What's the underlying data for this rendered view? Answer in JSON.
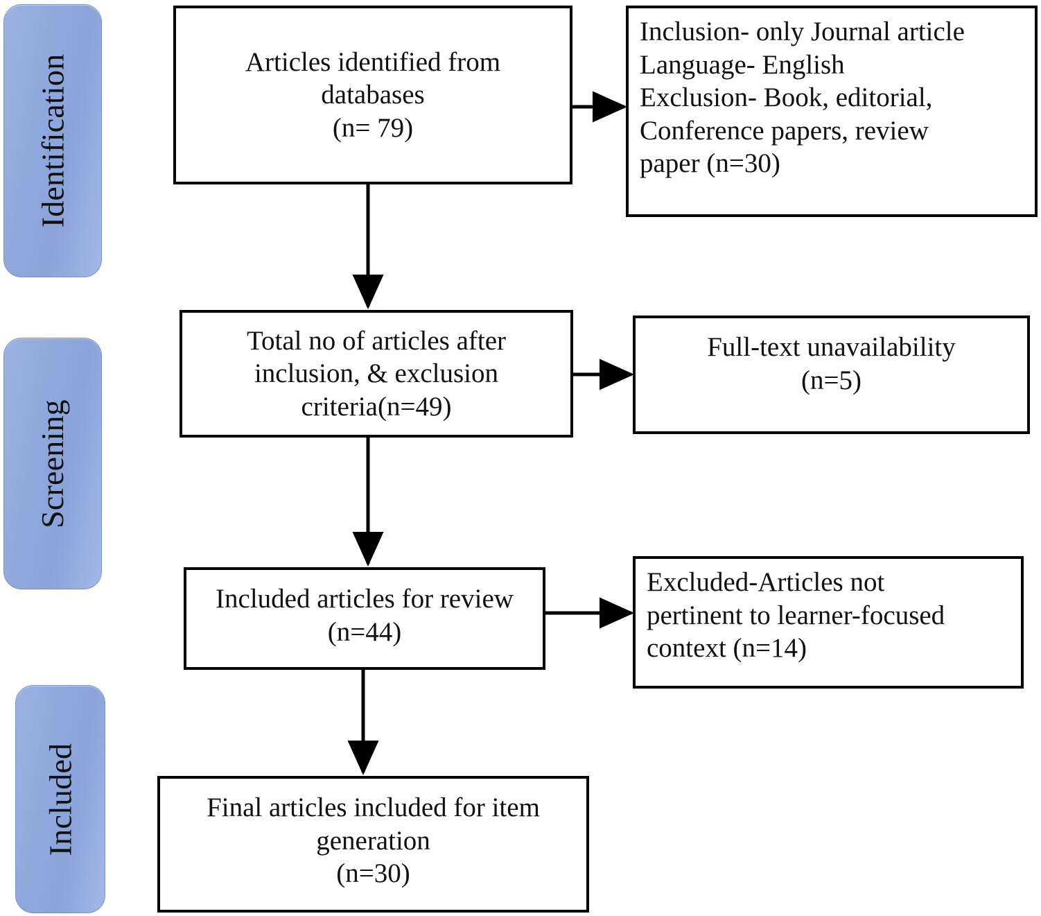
{
  "diagram": {
    "title": "PRISMA article selection flow",
    "accent_blue": "#8FA8DC",
    "border_black": "#000000",
    "background": "#ffffff"
  },
  "stages": [
    {
      "label": "Identification"
    },
    {
      "label": "Screening"
    },
    {
      "label": "Included"
    }
  ],
  "boxes": {
    "identified": {
      "line1": "Articles identified from",
      "line2": "databases",
      "line3": "(n= 79)",
      "count": 79
    },
    "criteria_exclusion": {
      "line1": "Inclusion- only Journal article",
      "line2": "Language- English",
      "line3": "Exclusion- Book, editorial,",
      "line4": "Conference papers, review",
      "line5": "paper (n=30)",
      "count": 30
    },
    "after_criteria": {
      "line1": "Total no of articles after",
      "line2": "inclusion, & exclusion",
      "line3": "criteria(n=49)",
      "count": 49
    },
    "fulltext_unavailable": {
      "line1": "Full-text unavailability",
      "line2": "(n=5)",
      "count": 5
    },
    "included_review": {
      "line1": "Included articles for review",
      "line2": "(n=44)",
      "count": 44
    },
    "excluded_not_pertinent": {
      "line1": "Excluded-Articles not",
      "line2": "pertinent to learner-focused",
      "line3": "context (n=14)",
      "count": 14
    },
    "final_included": {
      "line1": "Final articles included for item",
      "line2": "generation",
      "line3": "(n=30)",
      "count": 30
    }
  },
  "connectors": [
    {
      "name": "identified-to-criteria-exclusion",
      "direction": "right"
    },
    {
      "name": "identified-to-after-criteria",
      "direction": "down"
    },
    {
      "name": "after-criteria-to-fulltext-unavailable",
      "direction": "right"
    },
    {
      "name": "after-criteria-to-included-review",
      "direction": "down"
    },
    {
      "name": "included-review-to-excluded-not-pertinent",
      "direction": "right"
    },
    {
      "name": "included-review-to-final-included",
      "direction": "down"
    }
  ]
}
